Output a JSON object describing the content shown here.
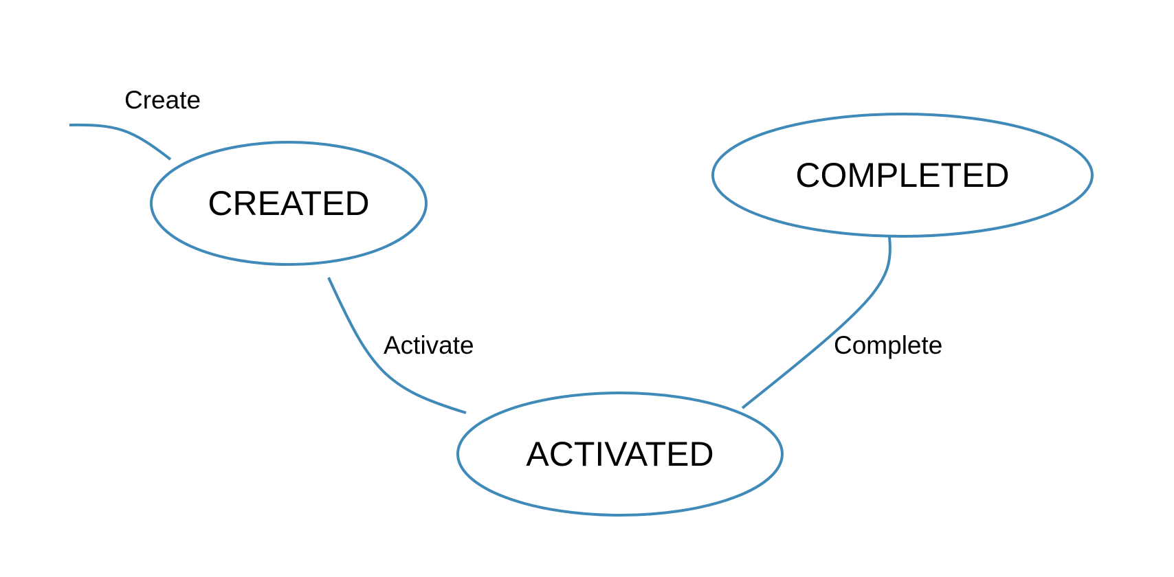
{
  "colors": {
    "stroke": "#3f8ab8",
    "text": "#000000",
    "background": "#ffffff"
  },
  "states": {
    "created": "CREATED",
    "activated": "ACTIVATED",
    "completed": "COMPLETED"
  },
  "transitions": {
    "create": "Create",
    "activate": "Activate",
    "complete": "Complete"
  }
}
